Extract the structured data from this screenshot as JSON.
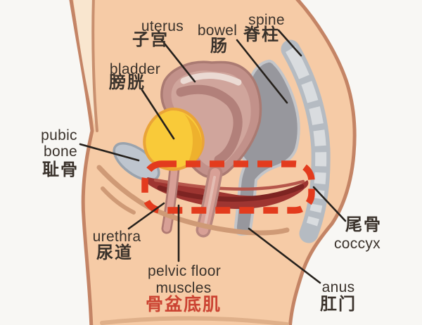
{
  "figure": {
    "type": "anatomy-diagram",
    "subject": "Female pelvis side cross-section with pelvic floor muscles highlighted",
    "highlight": "red dashed box around pelvic floor region"
  },
  "labels": {
    "uterus": {
      "en": "uterus",
      "zh": "子宫"
    },
    "bowel": {
      "en": "bowel",
      "zh": "肠"
    },
    "spine": {
      "en": "spine",
      "zh": "脊柱"
    },
    "bladder": {
      "en": "bladder",
      "zh": "膀胱"
    },
    "pubic_bone": {
      "en1": "pubic",
      "en2": "bone",
      "zh": "耻骨"
    },
    "urethra": {
      "en": "urethra",
      "zh": "尿道"
    },
    "pelvic_floor": {
      "en1": "pelvic floor",
      "en2": "muscles",
      "zh": "骨盆底肌"
    },
    "coccyx": {
      "zh": "尾骨",
      "en": "coccyx"
    },
    "anus": {
      "en": "anus",
      "zh": "肛门"
    }
  },
  "colors": {
    "background": "#f8f7f4",
    "skin": "#f6cba6",
    "skin_fold_light": "#f9e6cf",
    "body_outline": "#c48465",
    "crease_tan": "#cf9a76",
    "bladder_yellow": "#f9ca39",
    "bladder_outline": "#eaa437",
    "uterus_rose": "#c2918a",
    "uterus_inner": "#d0a59c",
    "spine_gray": "#b5bbc2",
    "vertebra_light": "#d9dcdf",
    "bowel_gray": "#97979d",
    "bowel_outline": "#c3c5c9",
    "pubic_bone_gray": "#bec5ce",
    "muscle_dark_red": "#9e3531",
    "muscle_streak": "#7d2422",
    "highlight_dash_red": "#e33b1d",
    "pointer_line": "#26211c",
    "label_text_dark": "#3a322b",
    "label_text_red": "#cb4332"
  }
}
